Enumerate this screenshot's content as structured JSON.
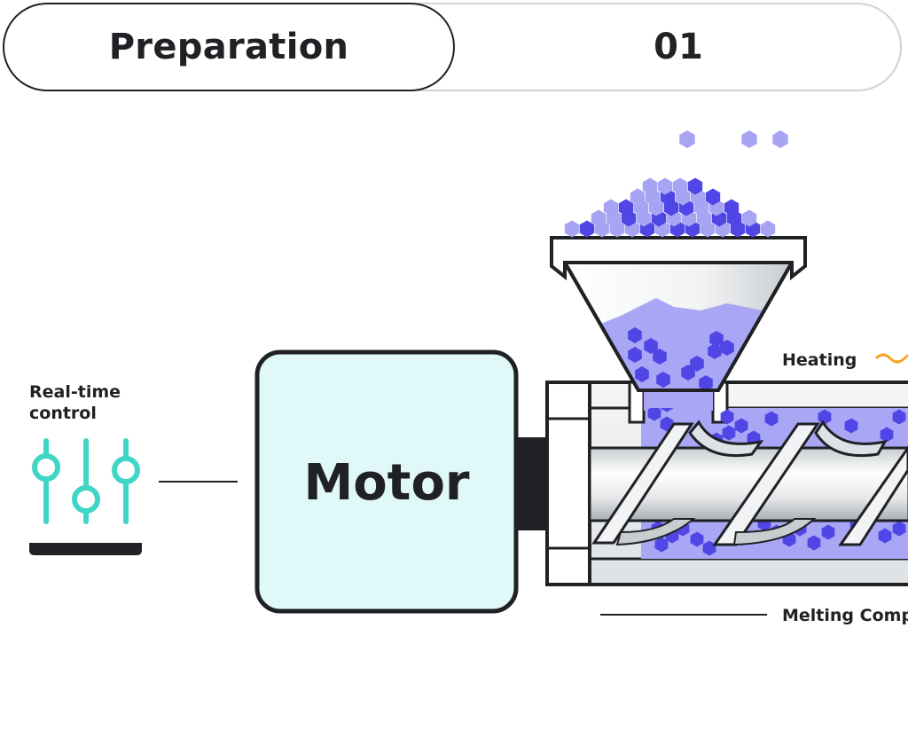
{
  "header": {
    "title": "Preparation",
    "step": "01"
  },
  "labels": {
    "control": [
      "Real-time",
      "control"
    ],
    "motor": "Motor",
    "heating": "Heating",
    "melting": "Melting Comp"
  },
  "icons": {
    "control": "sliders-icon",
    "heating": "wave-icon",
    "pellets": "hexagon-pellet-icon"
  },
  "colors": {
    "dark": "#1f2124",
    "motor_fill": "#e0f8f8",
    "slider_teal": "#3fd6c6",
    "pellet_dark": "#4f46e5",
    "pellet_light": "#a7a5f3",
    "melt_fill": "#a9a6f5",
    "heating_wave": "#f5a623",
    "pill_border_light": "#cfd3d6"
  }
}
